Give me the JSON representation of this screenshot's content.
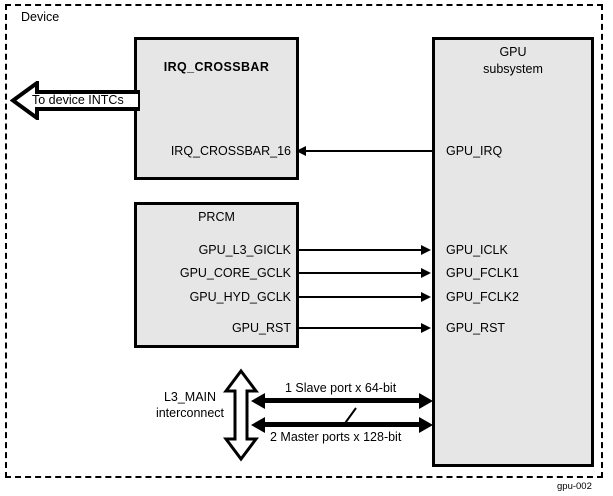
{
  "diagram": {
    "enclosure_label": "Device",
    "watermark": "gpu-002",
    "accent_fill": "#e6e6e6",
    "stroke_color": "#000000"
  },
  "blocks": {
    "irq_crossbar": {
      "title": "IRQ_CROSSBAR",
      "port": "IRQ_CROSSBAR_16"
    },
    "prcm": {
      "title": "PRCM",
      "ports": [
        "GPU_L3_GICLK",
        "GPU_CORE_GCLK",
        "GPU_HYD_GCLK",
        "GPU_RST"
      ]
    },
    "gpu_subsystem": {
      "title_line1": "GPU",
      "title_line2": "subsystem",
      "irq_port": "GPU_IRQ",
      "clock_ports": [
        "GPU_ICLK",
        "GPU_FCLK1",
        "GPU_FCLK2",
        "GPU_RST"
      ]
    }
  },
  "external": {
    "to_device_intcs": "To device INTCs"
  },
  "interconnect": {
    "name_line1": "L3_MAIN",
    "name_line2": "interconnect",
    "slave_bus_label": "1 Slave port  x 64-bit",
    "master_bus_label": "2 Master ports x 128-bit"
  }
}
